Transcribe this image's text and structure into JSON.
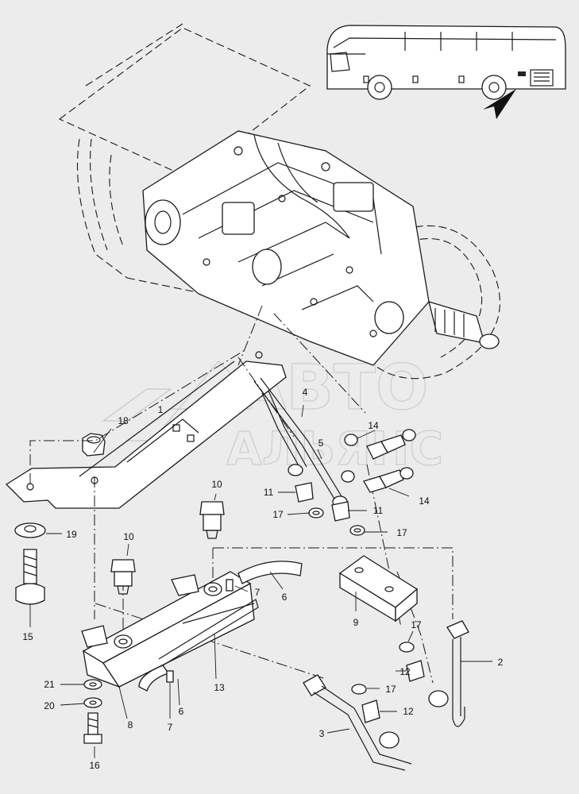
{
  "callouts": [
    {
      "id": "c1",
      "text": "1"
    },
    {
      "id": "c2",
      "text": "2"
    },
    {
      "id": "c3",
      "text": "3"
    },
    {
      "id": "c4",
      "text": "4"
    },
    {
      "id": "c5",
      "text": "5"
    },
    {
      "id": "c6a",
      "text": "6"
    },
    {
      "id": "c6b",
      "text": "6"
    },
    {
      "id": "c7a",
      "text": "7"
    },
    {
      "id": "c7b",
      "text": "7"
    },
    {
      "id": "c8",
      "text": "8"
    },
    {
      "id": "c9",
      "text": "9"
    },
    {
      "id": "c10a",
      "text": "10"
    },
    {
      "id": "c10b",
      "text": "10"
    },
    {
      "id": "c11a",
      "text": "11"
    },
    {
      "id": "c11b",
      "text": "11"
    },
    {
      "id": "c12a",
      "text": "12"
    },
    {
      "id": "c12b",
      "text": "12"
    },
    {
      "id": "c13",
      "text": "13"
    },
    {
      "id": "c14a",
      "text": "14"
    },
    {
      "id": "c14b",
      "text": "14"
    },
    {
      "id": "c15",
      "text": "15"
    },
    {
      "id": "c16",
      "text": "16"
    },
    {
      "id": "c17a",
      "text": "17"
    },
    {
      "id": "c17b",
      "text": "17"
    },
    {
      "id": "c17c",
      "text": "17"
    },
    {
      "id": "c17d",
      "text": "17"
    },
    {
      "id": "c18",
      "text": "18"
    },
    {
      "id": "c19",
      "text": "19"
    },
    {
      "id": "c20",
      "text": "20"
    },
    {
      "id": "c21",
      "text": "21"
    }
  ],
  "watermark": {
    "line1": "АВТО",
    "line2": "АЛЬЯНС"
  }
}
